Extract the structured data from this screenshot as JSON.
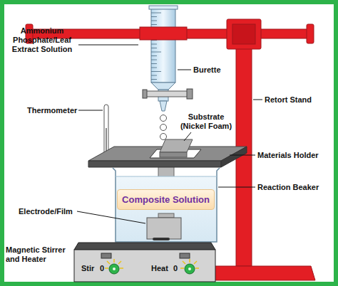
{
  "diagram": {
    "nodes": [
      {
        "text": [
          "Composite Solution"
        ]
      }
    ],
    "labels": [
      "Ammonium Phosphate/Leaf Extract Solution",
      "Burette",
      "Substrate (Nickel Foam)",
      "Thermometer",
      "Retort Stand",
      "Materials Holder",
      "Reaction Beaker",
      "Electrode/Film",
      "Magnetic Stirrer and Heater",
      "Stir",
      "0",
      "Heat",
      "0"
    ]
  }
}
